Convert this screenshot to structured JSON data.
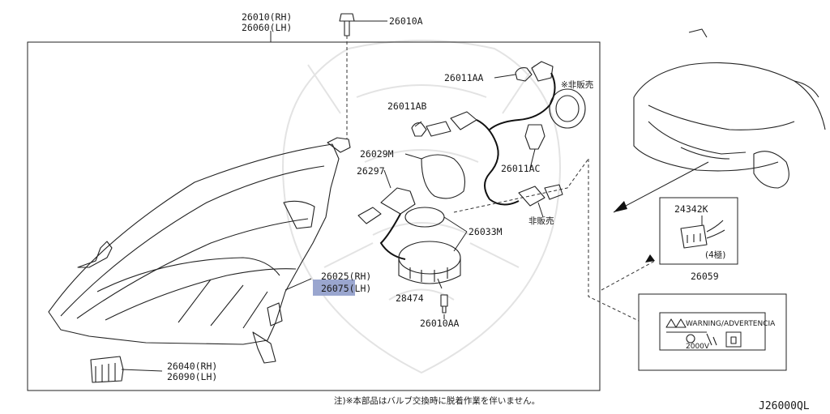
{
  "labels": {
    "p26010_rh": "26010(RH)",
    "p26060_lh": "26060(LH)",
    "p26010a": "26010A",
    "p26011aa": "26011AA",
    "p26011ab": "26011AB",
    "not_for_sale_1": "※非販売",
    "p26029m": "26029M",
    "p26297": "26297",
    "p26011ac": "26011AC",
    "not_for_sale_2": "非販売",
    "p26033m": "26033M",
    "p26025_rh": "26025(RH)",
    "p26075_lh": "26075(LH)",
    "p28474": "28474",
    "p26010aa": "26010AA",
    "p26040_rh": "26040(RH)",
    "p26090_lh": "26090(LH)",
    "p24342k": "24342K",
    "pin_count": "(4極)",
    "p26059": "26059",
    "warning_text": "WARNING/ADVERTENCIA",
    "voltage_text": "2000V"
  },
  "footnote": "注)※本部品はバルブ交換時に脱着作業を伴いません。",
  "diagram_code": "J26000QL",
  "colors": {
    "highlight": "#9aa6cf",
    "line": "#222222",
    "watermark": "#e3e3e3"
  }
}
